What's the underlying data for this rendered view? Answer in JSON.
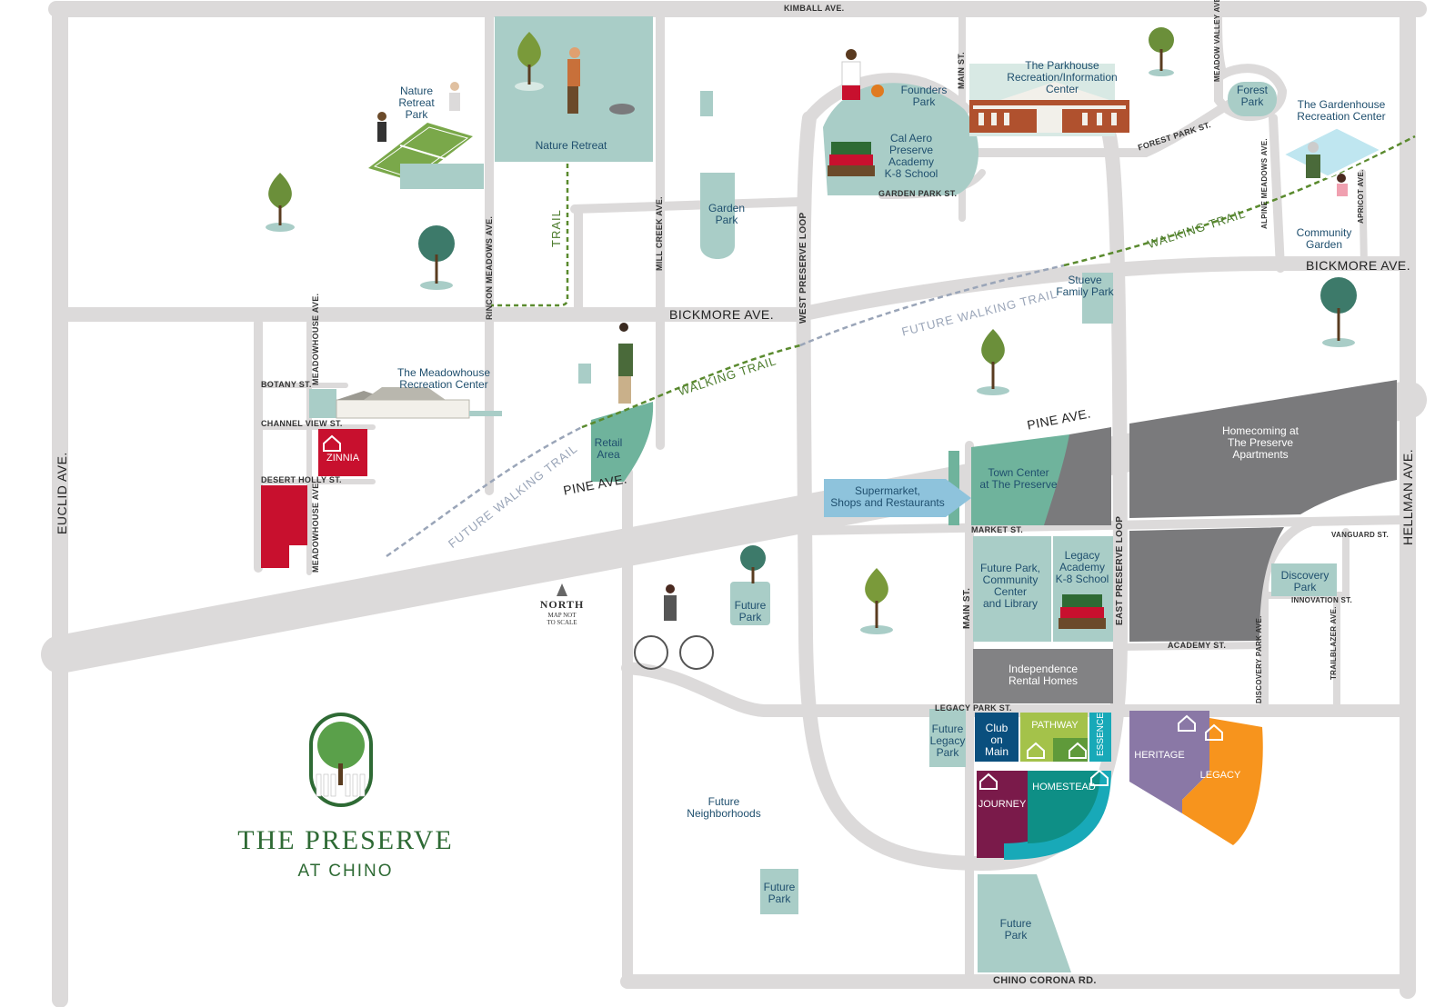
{
  "brand": {
    "title": "THE PRESERVE",
    "subtitle": "AT CHINO"
  },
  "north": {
    "label": "NORTH",
    "note": "MAP NOT\nTO SCALE"
  },
  "streets": {
    "kimball": "KIMBALL AVE.",
    "bickmore_west": "BICKMORE AVE.",
    "bickmore_east": "BICKMORE AVE.",
    "pine_west": "PINE AVE.",
    "pine_east": "PINE AVE.",
    "euclid": "EUCLID AVE.",
    "hellman": "HELLMAN AVE.",
    "chino_corona": "CHINO CORONA RD.",
    "rincon_meadows": "RINCON MEADOWS AVE.",
    "mill_creek": "MILL CREEK AVE.",
    "west_preserve_loop": "WEST PRESERVE LOOP",
    "east_preserve_loop": "EAST PRESERVE LOOP",
    "main_st_north": "MAIN ST.",
    "main_st_south": "MAIN ST.",
    "meadowhouse_north": "MEADOWHOUSE AVE.",
    "meadowhouse_south": "MEADOWHOUSE AVE.",
    "botany": "BOTANY ST.",
    "channel_view": "CHANNEL VIEW ST.",
    "desert_holly": "DESERT HOLLY ST.",
    "garden_park_st": "GARDEN PARK ST.",
    "forest_park_st": "FOREST PARK ST.",
    "meadow_valley": "MEADOW VALLEY AVE.",
    "alpine_meadows": "ALPINE MEADOWS AVE.",
    "apricot": "APRICOT AVE.",
    "market": "MARKET ST.",
    "vanguard": "VANGUARD ST.",
    "innovation": "INNOVATION ST.",
    "academy": "ACADEMY ST.",
    "trailblazer": "TRAILBLAZER AVE.",
    "discovery_park_ave": "DISCOVERY PARK AVE.",
    "legacy_park_st": "LEGACY PARK ST."
  },
  "trails": {
    "trail": "TRAIL",
    "walking_west": "WALKING TRAIL",
    "walking_east": "WALKING TRAIL",
    "future_west": "FUTURE WALKING TRAIL",
    "future_east": "FUTURE WALKING TRAIL"
  },
  "places": {
    "nature_retreat_park": "Nature\nRetreat\nPark",
    "nature_retreat": "Nature Retreat",
    "founders_park": "Founders\nPark",
    "cal_aero": "Cal Aero\nPreserve\nAcademy\nK-8 School",
    "parkhouse": "The Parkhouse\nRecreation/Information\nCenter",
    "forest_park": "Forest\nPark",
    "gardenhouse": "The Gardenhouse\nRecreation Center",
    "community_garden": "Community\nGarden",
    "garden_park": "Garden\nPark",
    "stueve": "Stueve\nFamily Park",
    "meadowhouse": "The Meadowhouse\nRecreation Center",
    "retail": "Retail\nArea",
    "town_center": "Town Center\nat The Preserve",
    "supermarket": "Supermarket,\nShops and Restaurants",
    "homecoming": "Homecoming at\nThe Preserve\nApartments",
    "future_park_community": "Future Park,\nCommunity\nCenter\nand Library",
    "legacy_academy": "Legacy\nAcademy\nK-8 School",
    "discovery_park": "Discovery\nPark",
    "independence": "Independence\nRental Homes",
    "future_park_1": "Future\nPark",
    "future_legacy_park": "Future\nLegacy\nPark",
    "future_neighborhoods": "Future\nNeighborhoods",
    "future_park_2": "Future\nPark",
    "future_park_3": "Future\nPark"
  },
  "neighborhoods": {
    "zinnia": "ZINNIA",
    "club_on_main": "Club\non\nMain",
    "pathway": "PATHWAY",
    "essence": "ESSENCE",
    "homestead": "HOMESTEAD",
    "journey": "JOURNEY",
    "heritage": "HERITAGE",
    "legacy": "LEGACY"
  },
  "colors": {
    "road": "#dcdada",
    "park": "#a9cdc7",
    "town_green": "#6fb39c",
    "apartments": "#7a7a7c",
    "rental": "#828284",
    "zinnia": "#c8102e",
    "club_on_main": "#0a4f7e",
    "pathway": "#a4c24a",
    "essence": "#18a9b8",
    "homestead": "#0e8f86",
    "journey": "#7a1a4a",
    "heritage": "#8a78a6",
    "legacy": "#f7941d",
    "walking_trail": "#5a8a2e",
    "future_trail": "#9aa5b8",
    "label_text": "#1f4f6e",
    "brand_green": "#2e6a34"
  }
}
